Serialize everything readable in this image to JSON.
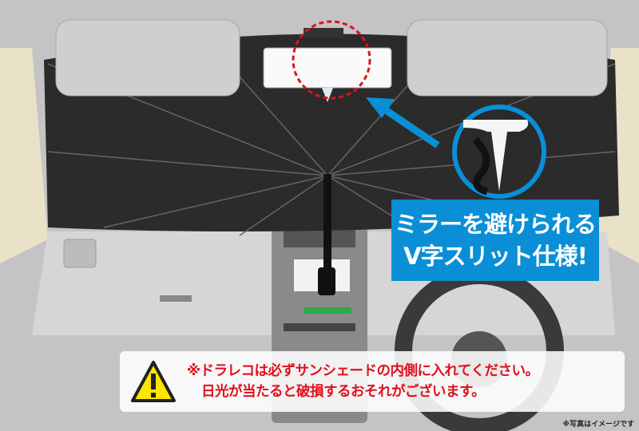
{
  "callout": {
    "line1": "ミラーを避けられる",
    "line2": "V字スリット仕様!",
    "color": "#0a8fd6"
  },
  "warning": {
    "icon": "warning-triangle-icon",
    "line1": "※ドラレコは必ずサンシェードの内側に入れてください。",
    "line2": "日光が当たると破損するおそれがございます。",
    "color": "#e0101e"
  },
  "note": "※写真はイメージです",
  "colors": {
    "shade": "#2b2b2b",
    "highlight_circle": "#e0101e",
    "arrow": "#0a8fd6"
  }
}
